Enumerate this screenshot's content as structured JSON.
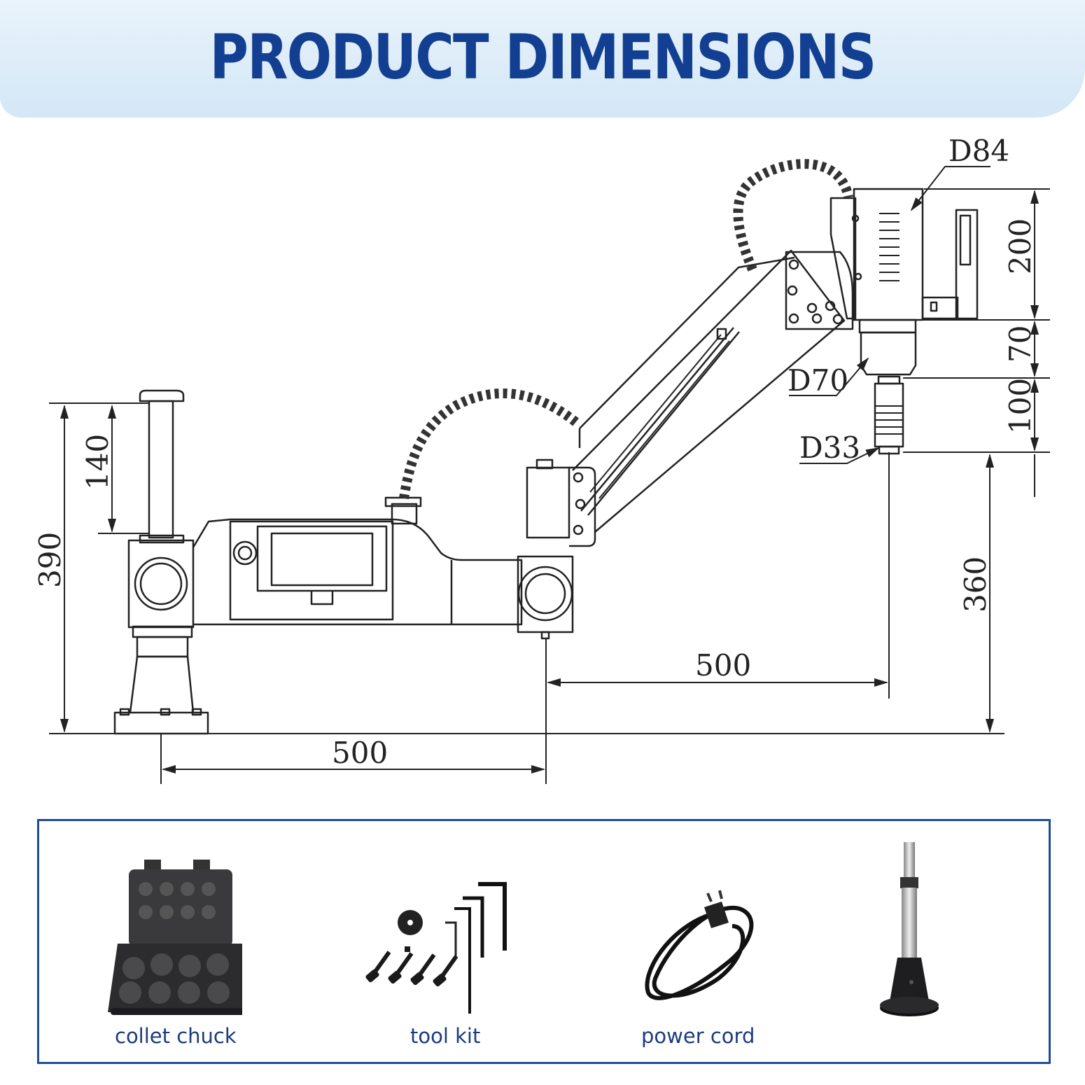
{
  "header": {
    "title": "PRODUCT DIMENSIONS"
  },
  "dimensions": {
    "d84": "D84",
    "d70": "D70",
    "d33": "D33",
    "h200": "200",
    "h70": "70",
    "h100": "100",
    "h140": "140",
    "h390": "390",
    "h360": "360",
    "reach_upper": "500",
    "reach_lower": "500"
  },
  "accessories": [
    {
      "label": "collet chuck",
      "icon": "collet-chuck-case-icon"
    },
    {
      "label": "tool kit",
      "icon": "tool-kit-icon"
    },
    {
      "label": "power cord",
      "icon": "power-cord-icon"
    },
    {
      "label": "",
      "icon": "column-stand-icon"
    }
  ],
  "colors": {
    "title": "#123f91",
    "header_bg": "#d3e7f6",
    "accessory_border": "#1e4d95",
    "accessory_text": "#1b3c7c"
  }
}
